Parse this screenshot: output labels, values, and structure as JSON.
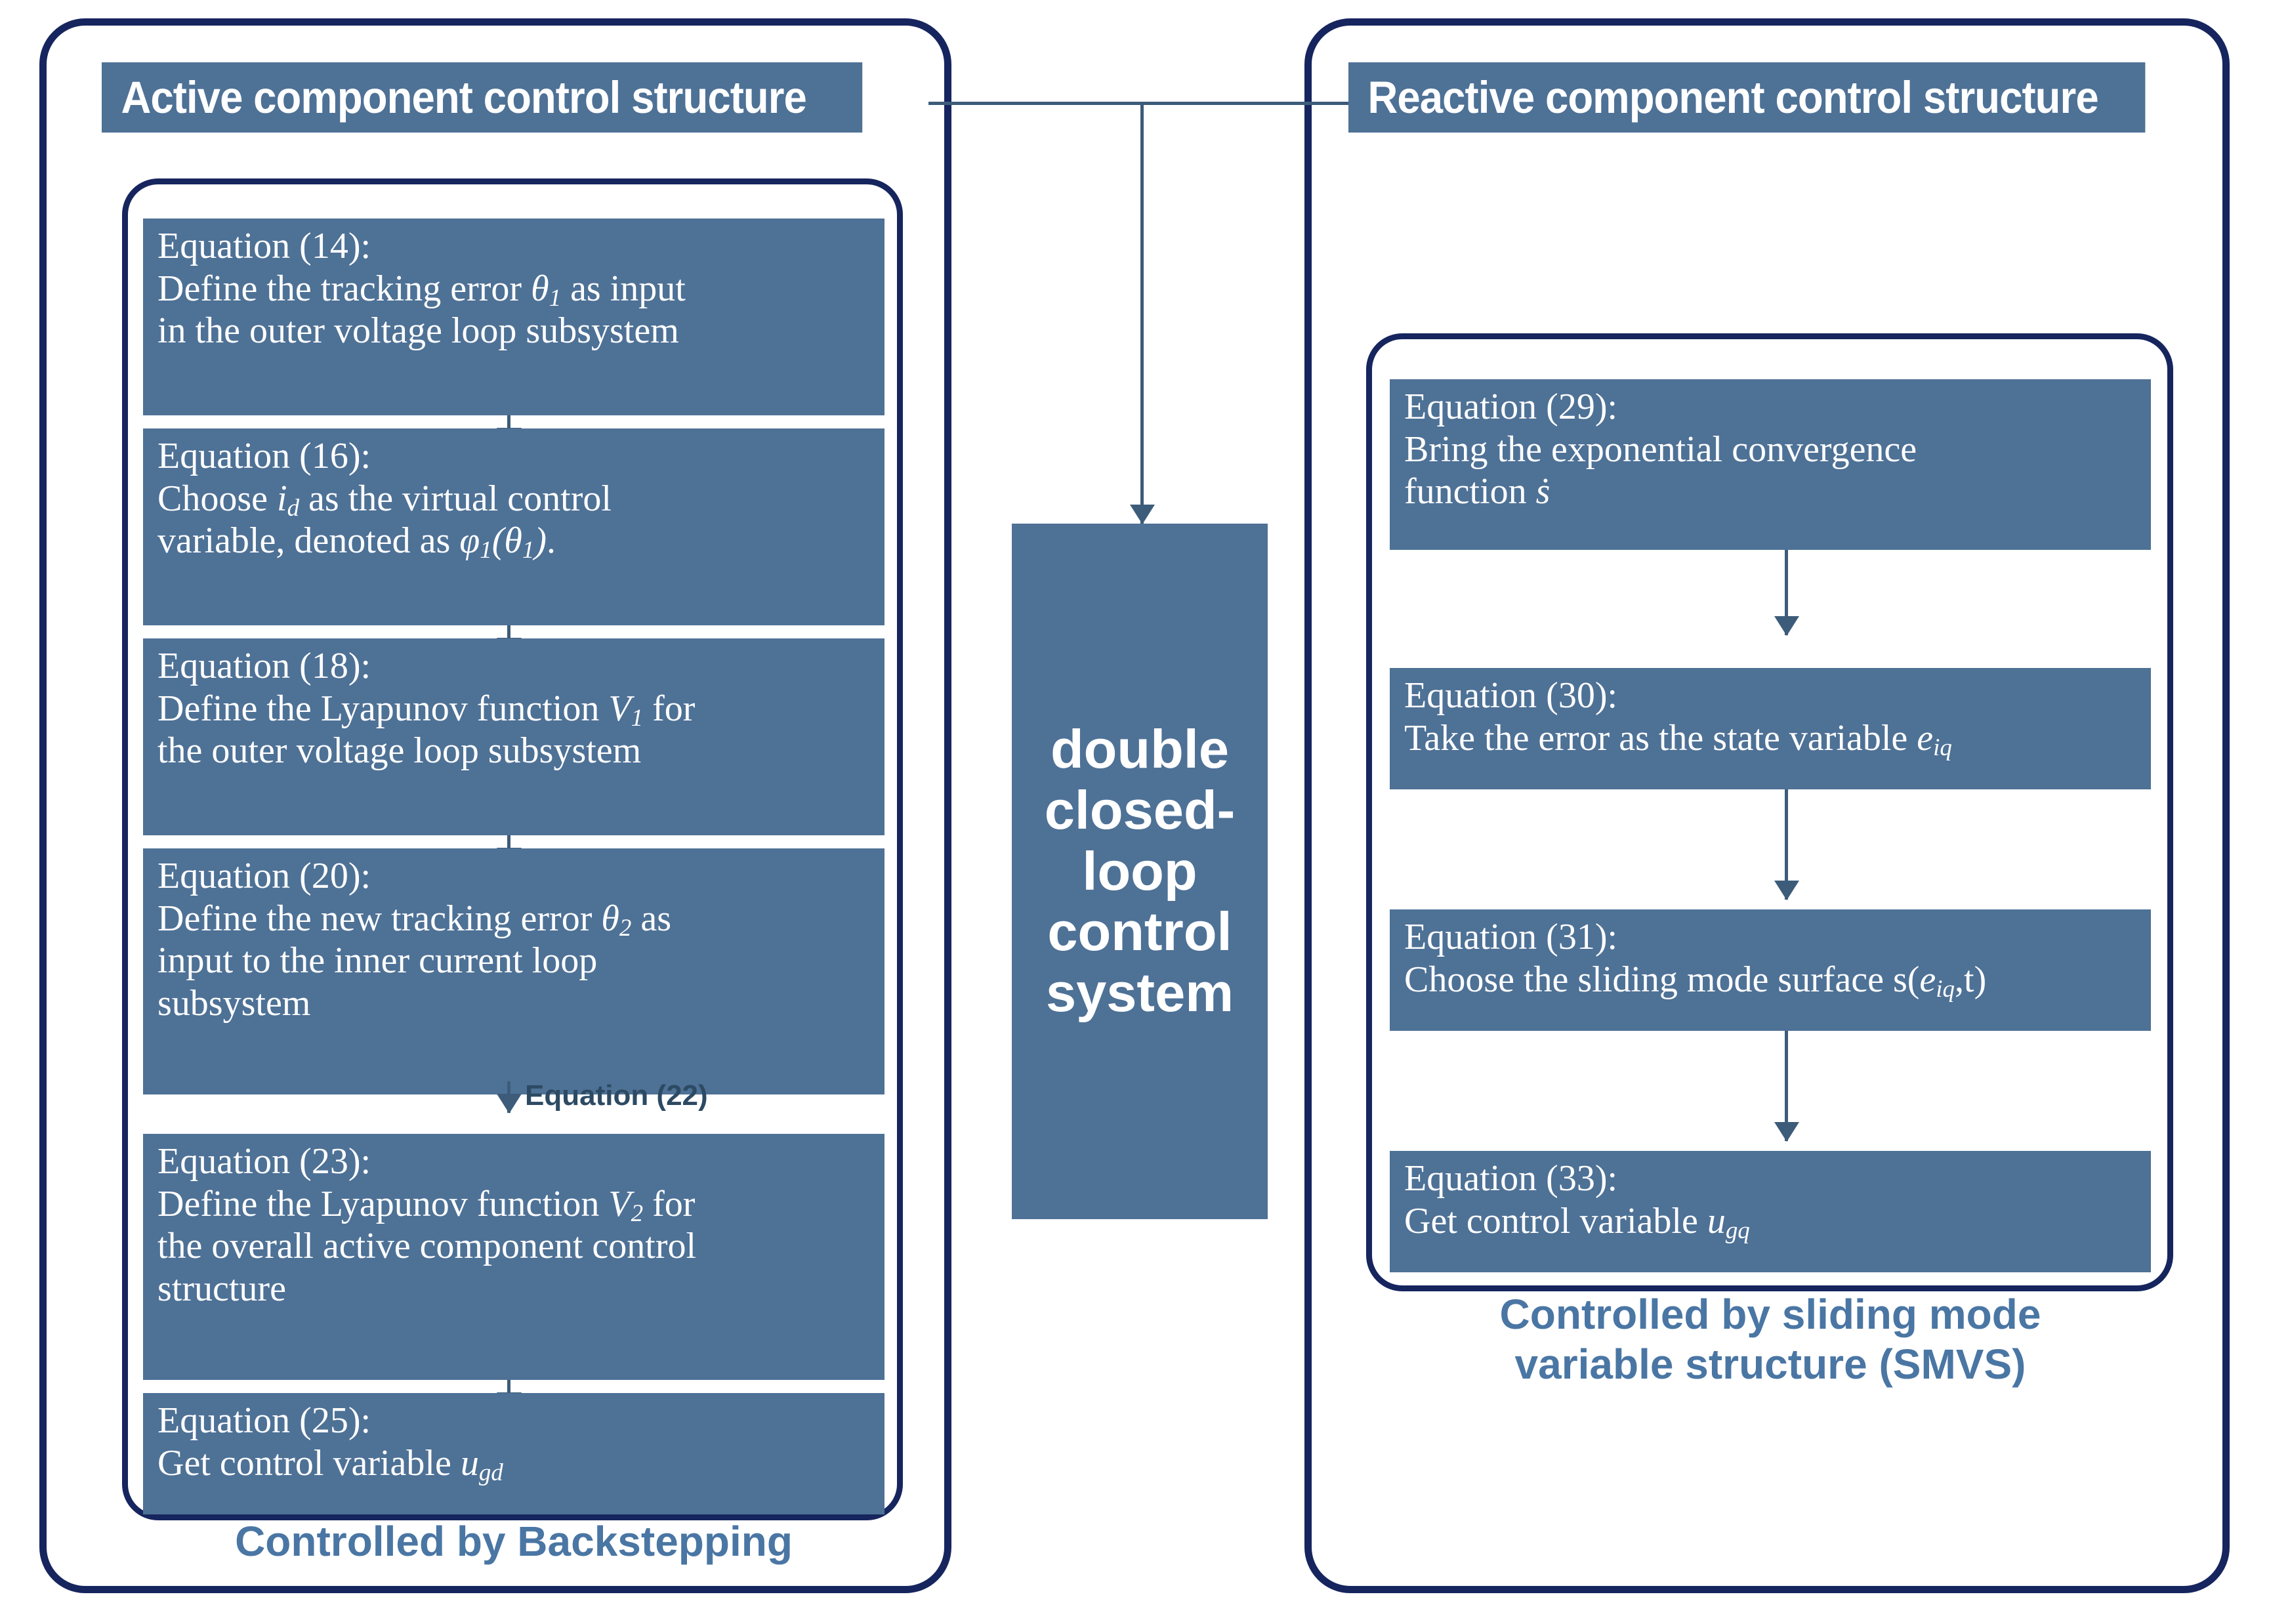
{
  "diagram": {
    "title": "double closed-loop control system flowchart",
    "colors": {
      "box_fill": "#4e7196",
      "panel_border": "#16255e",
      "connector": "#3d5c7a",
      "caption_text": "#4a76a4",
      "box_text": "#ffffff",
      "label_text": "#2d4a63"
    }
  },
  "left_panel": {
    "header": "Active component control structure",
    "caption": "Controlled by Backstepping",
    "inline_label": "Equation (22)",
    "steps": [
      {
        "id": "eq14",
        "title": "Equation (14):",
        "lines": [
          {
            "html": "Define the tracking error <i>θ<sub>1</sub></i> as input"
          },
          {
            "html": "in the outer voltage loop subsystem"
          }
        ],
        "plain": "Equation (14): Define the tracking error θ₁ as input in the outer voltage loop subsystem"
      },
      {
        "id": "eq16",
        "title": "Equation (16):",
        "lines": [
          {
            "html": "Choose <i>i<sub>d</sub></i> as the virtual control"
          },
          {
            "html": "variable, denoted as <i>φ<sub>1</sub>(θ<sub>1</sub>)</i>."
          }
        ],
        "plain": "Equation (16): Choose i_d as the virtual control variable, denoted as φ₁(θ₁)."
      },
      {
        "id": "eq18",
        "title": "Equation (18):",
        "lines": [
          {
            "html": "Define the Lyapunov function <i>V<sub>1</sub></i> for"
          },
          {
            "html": "the outer voltage loop subsystem"
          }
        ],
        "plain": "Equation (18): Define the Lyapunov function V₁ for the outer voltage loop subsystem"
      },
      {
        "id": "eq20",
        "title": "Equation (20):",
        "lines": [
          {
            "html": "Define the new tracking error <i>θ<sub>2</sub></i> as"
          },
          {
            "html": "input to the inner current loop"
          },
          {
            "html": "subsystem"
          }
        ],
        "plain": "Equation (20): Define the new tracking error θ₂ as input to the inner current loop subsystem"
      },
      {
        "id": "eq23",
        "title": "Equation (23):",
        "lines": [
          {
            "html": "Define the Lyapunov function <i>V<sub>2</sub></i> for"
          },
          {
            "html": "the overall active component control"
          },
          {
            "html": "structure"
          }
        ],
        "plain": "Equation (23): Define the Lyapunov function V₂ for the overall active component control structure"
      },
      {
        "id": "eq25",
        "title": "Equation (25):",
        "lines": [
          {
            "html": "Get control variable <i>u<sub>gd</sub></i>"
          }
        ],
        "plain": "Equation (25): Get control variable u_gd"
      }
    ]
  },
  "right_panel": {
    "header": "Reactive component control structure",
    "caption": "Controlled by sliding mode\nvariable structure (SMVS)",
    "steps": [
      {
        "id": "eq29",
        "title": "Equation (29):",
        "lines": [
          {
            "html": "Bring the exponential convergence"
          },
          {
            "html": "function <i>ṡ</i>"
          }
        ],
        "plain": "Equation (29): Bring the exponential convergence function ṡ"
      },
      {
        "id": "eq30",
        "title": "Equation (30):",
        "lines": [
          {
            "html": "Take the error as the state variable <i>e<sub>iq</sub></i>"
          }
        ],
        "plain": "Equation (30): Take the error as the state variable e_iq"
      },
      {
        "id": "eq31",
        "title": "Equation (31):",
        "lines": [
          {
            "html": "Choose the sliding mode surface s(<i>e<sub>iq</sub></i>,t)"
          }
        ],
        "plain": "Equation (31): Choose the sliding mode surface s(e_iq,t)"
      },
      {
        "id": "eq33",
        "title": "Equation (33):",
        "lines": [
          {
            "html": "Get control variable <i>u<sub>gq</sub></i>"
          }
        ],
        "plain": "Equation (33): Get control variable u_gq"
      }
    ]
  },
  "center": {
    "label": "double closed-loop control system"
  }
}
